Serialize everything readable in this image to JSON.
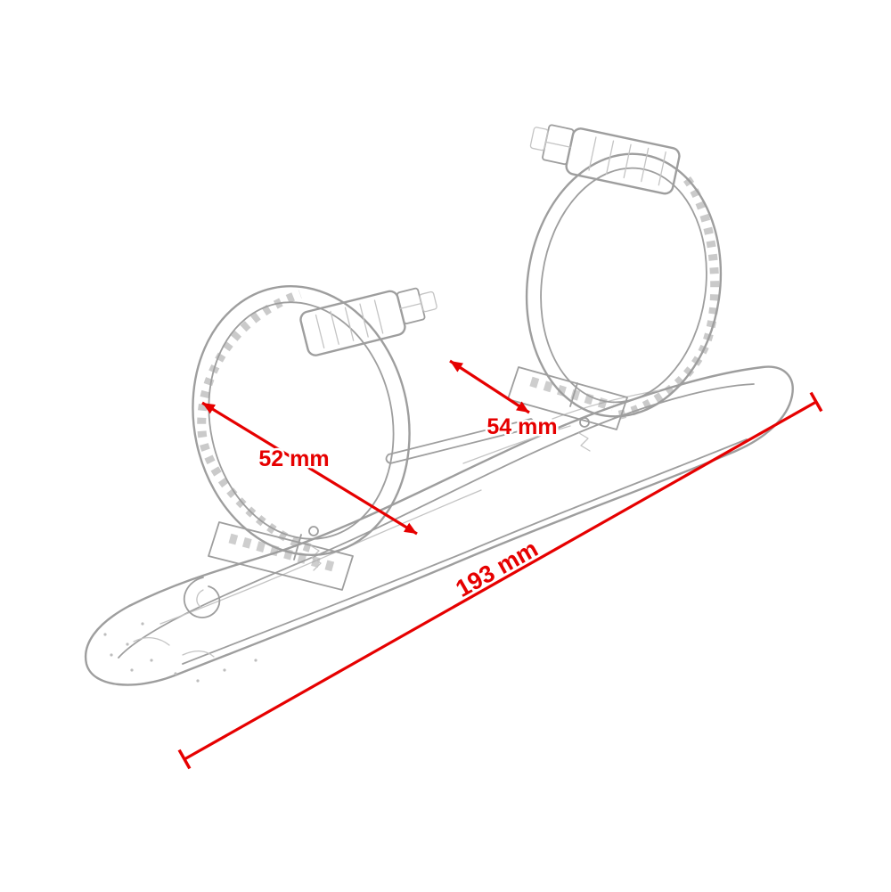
{
  "diagram": {
    "dimensions": {
      "left_clamp": {
        "label": "52 mm"
      },
      "right_clamp": {
        "label": "54 mm"
      },
      "overall_length": {
        "label": "193 mm"
      }
    },
    "colors": {
      "dimension_accent": "#e60000",
      "sketch_line": "#9e9e9e",
      "background": "#ffffff"
    }
  }
}
